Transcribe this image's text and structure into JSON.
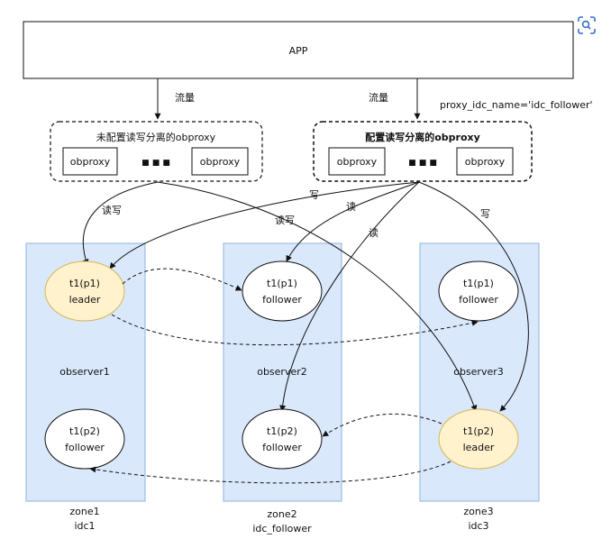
{
  "colors": {
    "zone_fill": "#dae8fc",
    "zone_stroke": "#8eb3dc",
    "leader_fill": "#fff2cc",
    "leader_stroke": "#d6b656",
    "follower_fill": "#ffffff",
    "line": "#111111"
  },
  "app": {
    "label": "APP"
  },
  "traffic_labels": [
    "流量",
    "流量"
  ],
  "proxy_config_note": "proxy_idc_name='idc_follower'",
  "proxy_groups": [
    {
      "title": "未配置读写分离的obproxy",
      "proxies": [
        "obproxy",
        "obproxy"
      ],
      "ellipsis": "■ ■ ■"
    },
    {
      "title": "配置读写分离的obproxy",
      "proxies": [
        "obproxy",
        "obproxy"
      ],
      "ellipsis": "■ ■ ■"
    }
  ],
  "edge_labels": {
    "left_rw": "读写",
    "mid_rw": "读写",
    "right_write_top": "写",
    "right_read_1": "读",
    "right_read_2": "读",
    "right_write_far": "写"
  },
  "zones": [
    {
      "observer": "observer1",
      "zone": "zone1",
      "idc": "idc1",
      "replicas": [
        {
          "partition": "t1(p1)",
          "role": "leader"
        },
        {
          "partition": "t1(p2)",
          "role": "follower"
        }
      ]
    },
    {
      "observer": "observer2",
      "zone": "zone2",
      "idc": "idc_follower",
      "replicas": [
        {
          "partition": "t1(p1)",
          "role": "follower"
        },
        {
          "partition": "t1(p2)",
          "role": "follower"
        }
      ]
    },
    {
      "observer": "observer3",
      "zone": "zone3",
      "idc": "idc3",
      "replicas": [
        {
          "partition": "t1(p1)",
          "role": "follower"
        },
        {
          "partition": "t1(p2)",
          "role": "leader"
        }
      ]
    }
  ],
  "toolbar": {
    "scan_icon": "scan-icon"
  }
}
